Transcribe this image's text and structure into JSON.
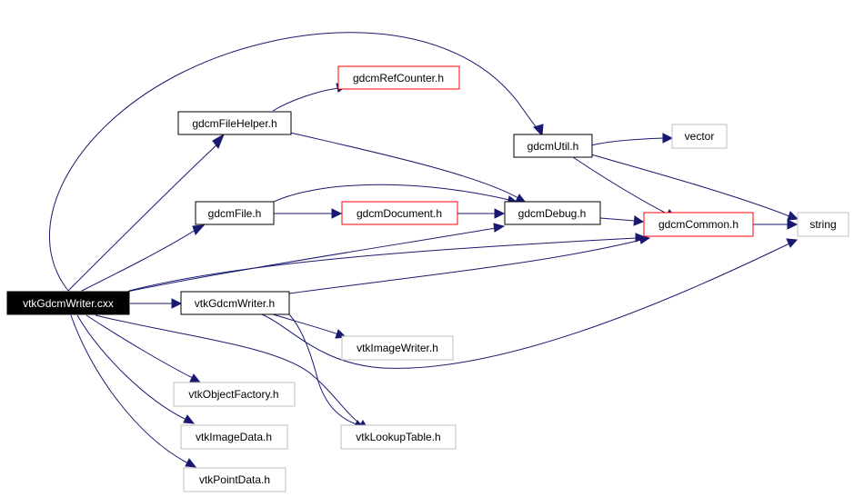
{
  "diagram": {
    "title": "",
    "nodes": {
      "vtkGdcmWriter_cxx": {
        "label": "vtkGdcmWriter.cxx",
        "kind": "root"
      },
      "gdcmFileHelper_h": {
        "label": "gdcmFileHelper.h",
        "kind": "documented"
      },
      "gdcmRefCounter_h": {
        "label": "gdcmRefCounter.h",
        "kind": "truncated"
      },
      "gdcmUtil_h": {
        "label": "gdcmUtil.h",
        "kind": "documented"
      },
      "vector": {
        "label": "vector",
        "kind": "external"
      },
      "gdcmFile_h": {
        "label": "gdcmFile.h",
        "kind": "documented"
      },
      "gdcmDocument_h": {
        "label": "gdcmDocument.h",
        "kind": "truncated"
      },
      "gdcmDebug_h": {
        "label": "gdcmDebug.h",
        "kind": "documented"
      },
      "gdcmCommon_h": {
        "label": "gdcmCommon.h",
        "kind": "truncated"
      },
      "string": {
        "label": "string",
        "kind": "external"
      },
      "vtkGdcmWriter_h": {
        "label": "vtkGdcmWriter.h",
        "kind": "documented"
      },
      "vtkImageWriter_h": {
        "label": "vtkImageWriter.h",
        "kind": "external"
      },
      "vtkObjectFactory_h": {
        "label": "vtkObjectFactory.h",
        "kind": "external"
      },
      "vtkImageData_h": {
        "label": "vtkImageData.h",
        "kind": "external"
      },
      "vtkLookupTable_h": {
        "label": "vtkLookupTable.h",
        "kind": "external"
      },
      "vtkPointData_h": {
        "label": "vtkPointData.h",
        "kind": "external"
      }
    },
    "edges": [
      [
        "vtkGdcmWriter_cxx",
        "gdcmFileHelper_h"
      ],
      [
        "vtkGdcmWriter_cxx",
        "gdcmUtil_h"
      ],
      [
        "vtkGdcmWriter_cxx",
        "gdcmFile_h"
      ],
      [
        "vtkGdcmWriter_cxx",
        "gdcmDebug_h"
      ],
      [
        "vtkGdcmWriter_cxx",
        "gdcmCommon_h"
      ],
      [
        "vtkGdcmWriter_cxx",
        "vtkGdcmWriter_h"
      ],
      [
        "vtkGdcmWriter_cxx",
        "vtkObjectFactory_h"
      ],
      [
        "vtkGdcmWriter_cxx",
        "vtkImageData_h"
      ],
      [
        "vtkGdcmWriter_cxx",
        "vtkLookupTable_h"
      ],
      [
        "vtkGdcmWriter_cxx",
        "vtkPointData_h"
      ],
      [
        "gdcmFileHelper_h",
        "gdcmRefCounter_h"
      ],
      [
        "gdcmFileHelper_h",
        "gdcmDebug_h"
      ],
      [
        "gdcmUtil_h",
        "vector"
      ],
      [
        "gdcmUtil_h",
        "gdcmCommon_h"
      ],
      [
        "gdcmUtil_h",
        "string"
      ],
      [
        "gdcmFile_h",
        "gdcmDocument_h"
      ],
      [
        "gdcmFile_h",
        "gdcmDebug_h"
      ],
      [
        "gdcmDocument_h",
        "gdcmDebug_h"
      ],
      [
        "gdcmDebug_h",
        "gdcmCommon_h"
      ],
      [
        "gdcmCommon_h",
        "string"
      ],
      [
        "vtkGdcmWriter_h",
        "vtkImageWriter_h"
      ],
      [
        "vtkGdcmWriter_h",
        "vtkLookupTable_h"
      ],
      [
        "vtkGdcmWriter_h",
        "string"
      ]
    ]
  },
  "colors": {
    "edge": "#191970",
    "root_fill": "#000000",
    "root_text": "#ffffff",
    "documented_border": "#000000",
    "truncated_border": "#ff0000",
    "external_border": "#bfbfbf",
    "text": "#000000"
  }
}
